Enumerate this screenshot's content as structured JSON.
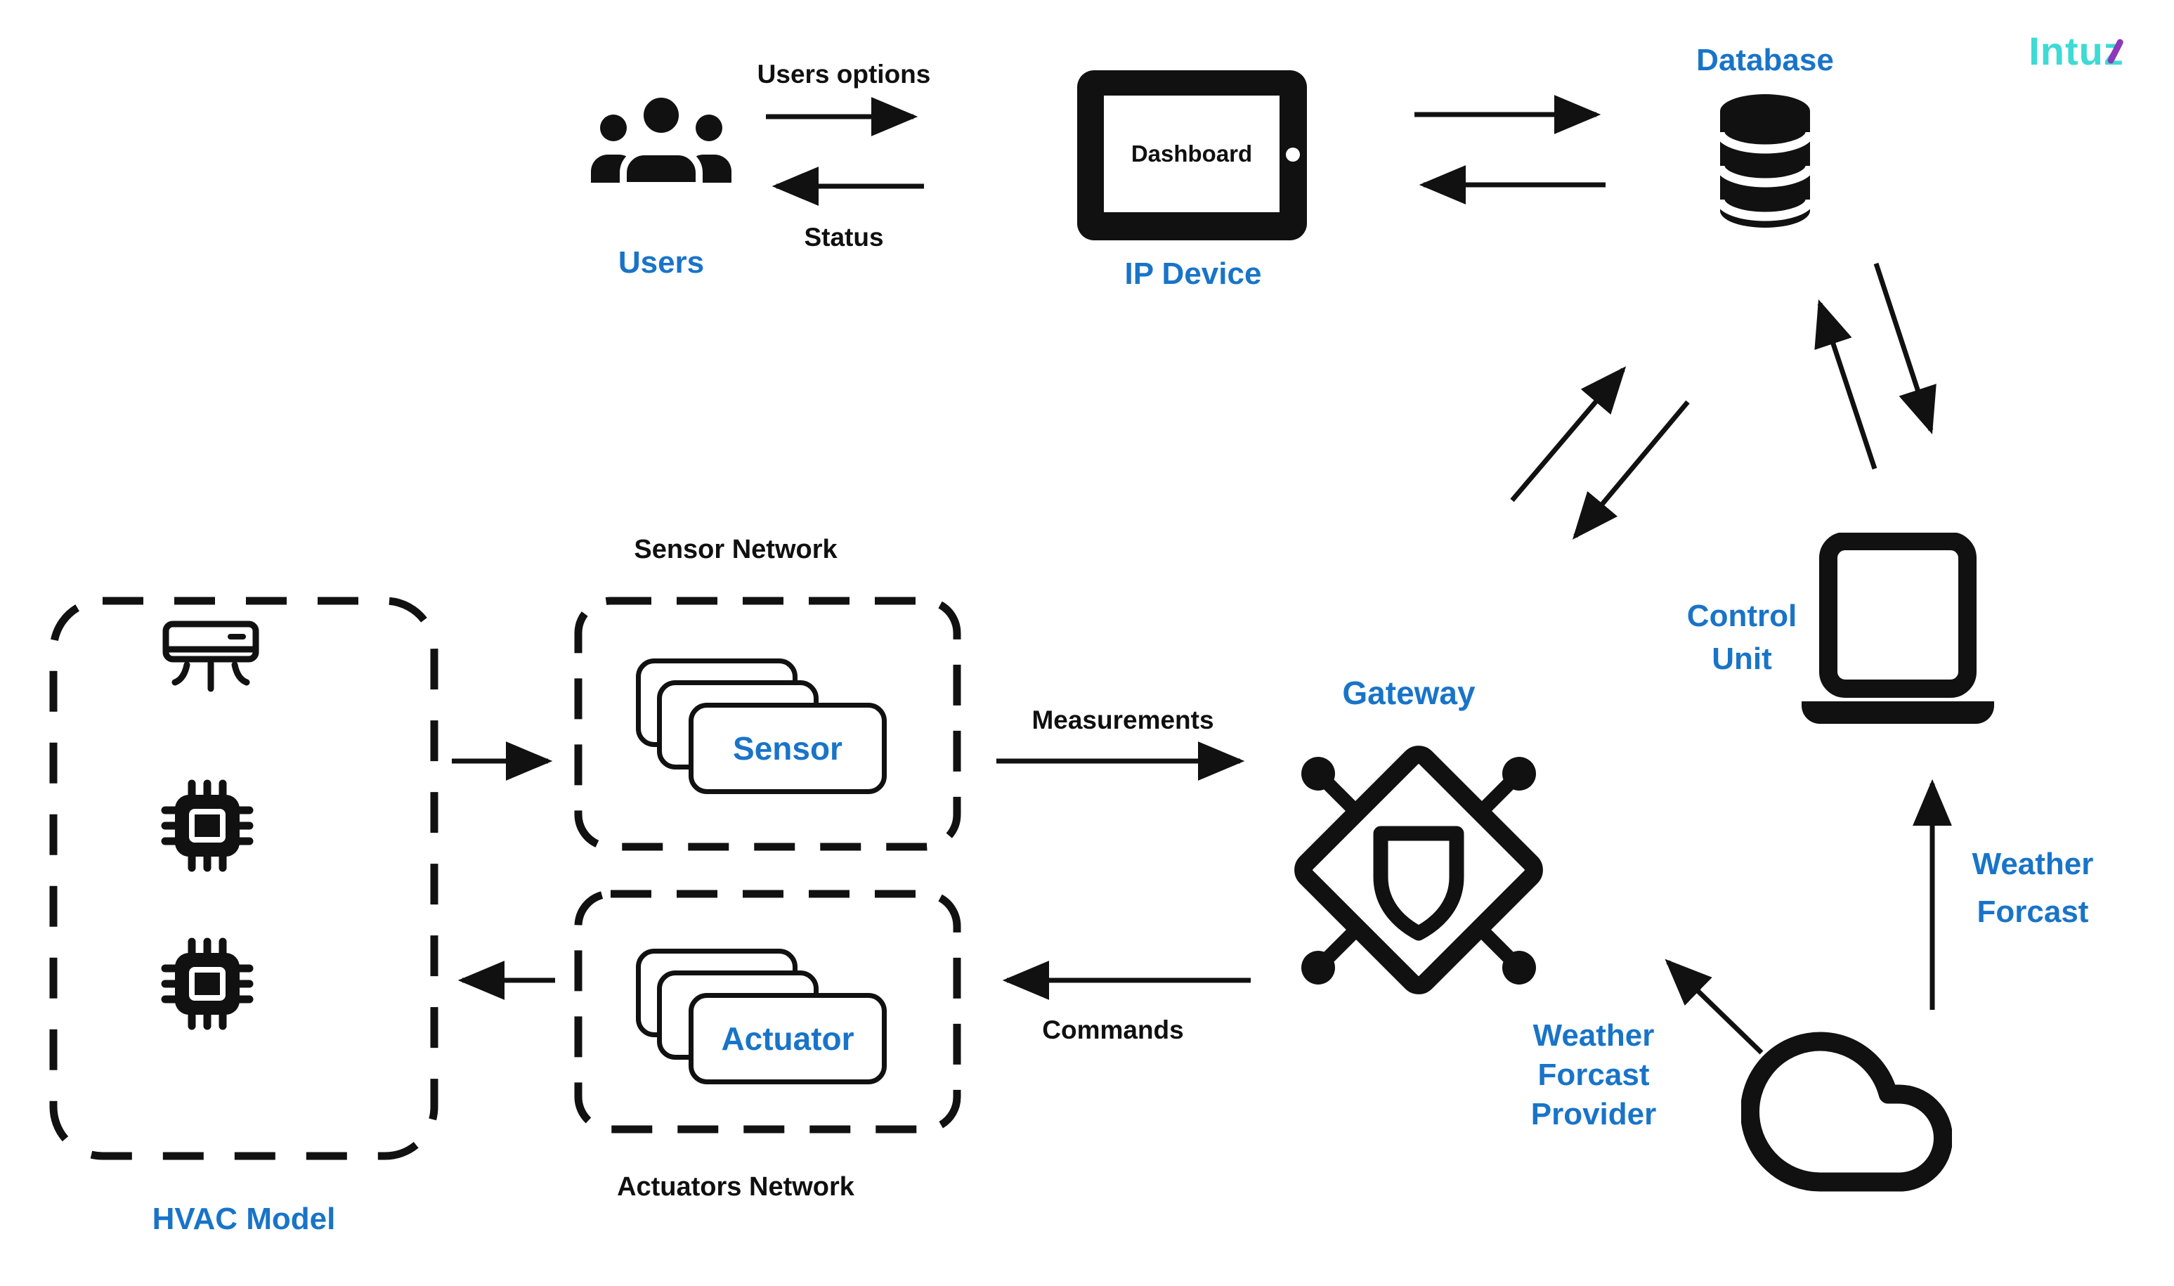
{
  "colors": {
    "accent_blue": "#1974C8",
    "ink": "#101010",
    "logo_teal": "#3DDBD4",
    "logo_purple": "#8C39BB"
  },
  "logo": {
    "text": "Intuz"
  },
  "nodes": {
    "users": {
      "label": "Users"
    },
    "ip_device": {
      "label": "IP Device",
      "screen": "Dashboard"
    },
    "database": {
      "label": "Database"
    },
    "control_unit": {
      "label_lines": [
        "Control",
        "Unit"
      ]
    },
    "gateway": {
      "label": "Gateway"
    },
    "sensor_network": {
      "title": "Sensor Network",
      "card": "Sensor"
    },
    "actuators_network": {
      "title": "Actuators Network",
      "card": "Actuator"
    },
    "hvac_model": {
      "label": "HVAC Model"
    },
    "weather_provider": {
      "label_lines": [
        "Weather",
        "Forcast",
        "Provider"
      ]
    }
  },
  "edges": {
    "users_to_ip": {
      "label": "Users options"
    },
    "ip_to_users": {
      "label": "Status"
    },
    "sensor_to_gateway": {
      "label": "Measurements"
    },
    "gateway_to_actuators": {
      "label": "Commands"
    },
    "cloud_to_control": {
      "label_lines": [
        "Weather",
        "Forcast"
      ]
    }
  }
}
